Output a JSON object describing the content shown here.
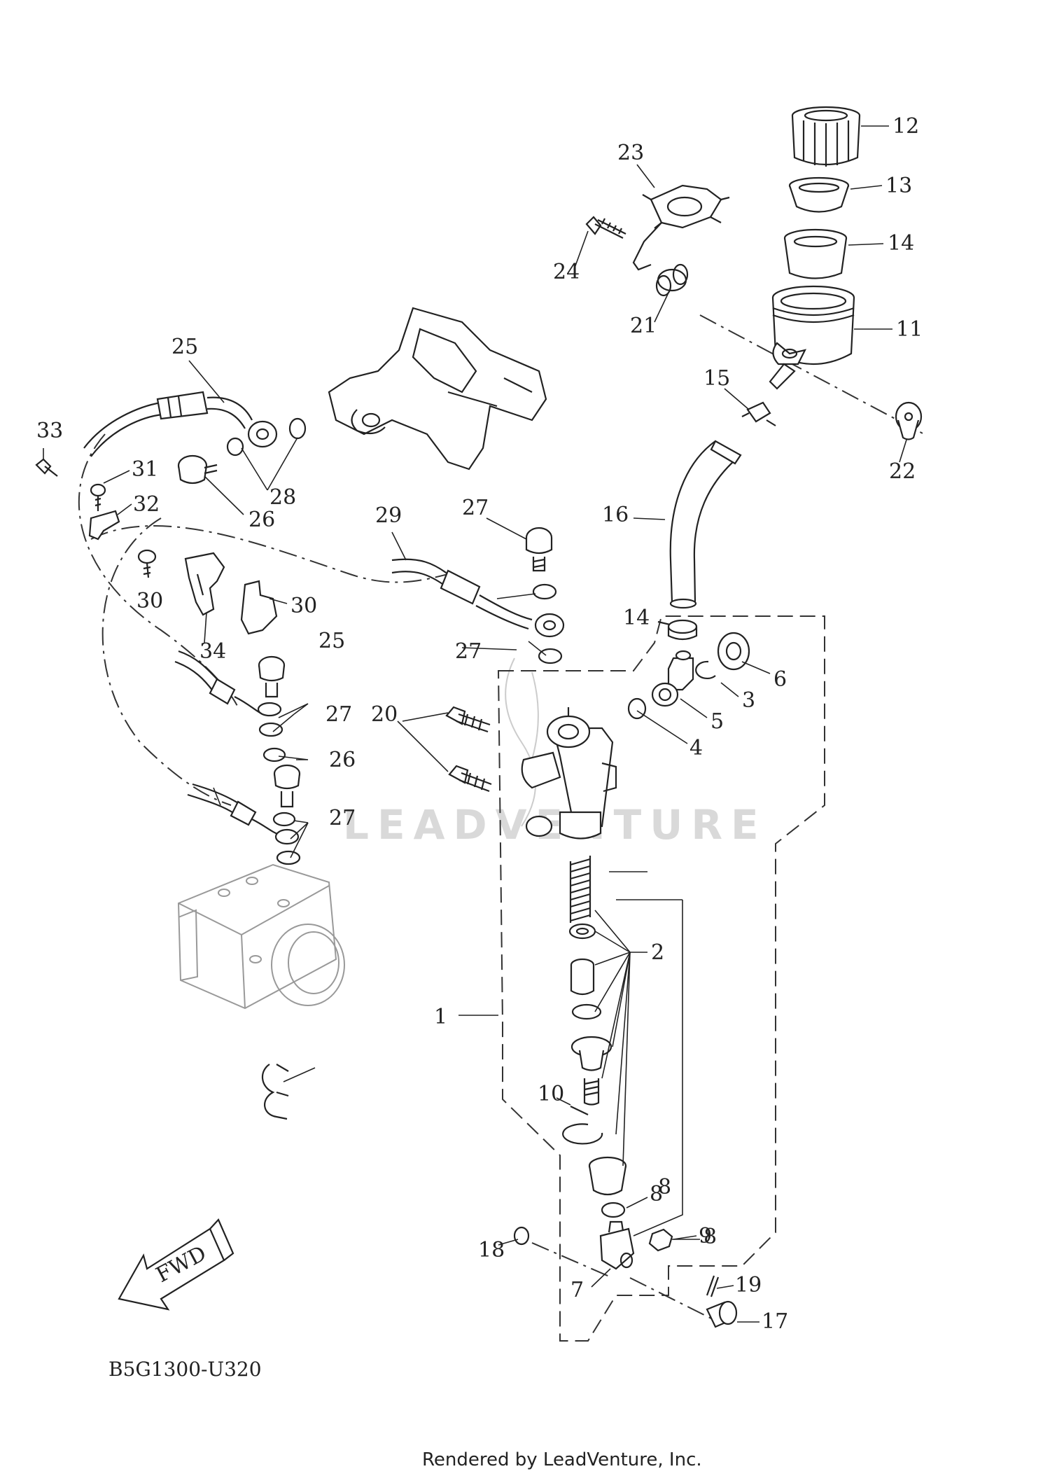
{
  "diagram": {
    "watermark": "LEADVENTURE",
    "drawing_code": "B5G1300-U320",
    "footer": "Rendered by LeadVenture, Inc.",
    "fwd_label": "FWD",
    "callouts": [
      "1",
      "2",
      "3",
      "4",
      "5",
      "6",
      "7",
      "8",
      "9",
      "10",
      "11",
      "12",
      "13",
      "14",
      "15",
      "16",
      "17",
      "18",
      "19",
      "20",
      "21",
      "22",
      "23",
      "24",
      "25",
      "26",
      "27",
      "28",
      "29",
      "30",
      "31",
      "32",
      "33",
      "34"
    ]
  }
}
